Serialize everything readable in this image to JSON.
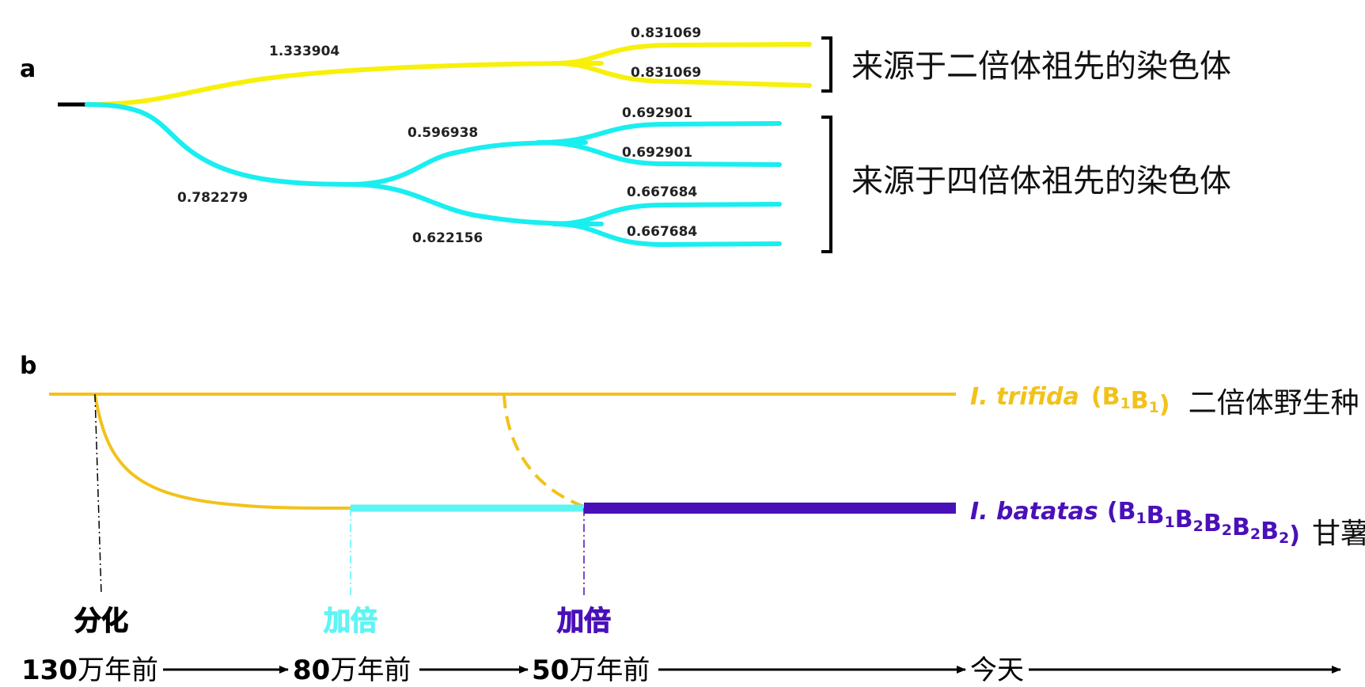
{
  "colors": {
    "diploid_branch": "#F7F00A",
    "tetraploid_branch": "#19EEF0",
    "root_stub": "#000000",
    "trifida": "#F2C21A",
    "polyploid_80": "#5FF4F4",
    "batatas": "#4A10B8",
    "text": "#111111"
  },
  "panel_a": {
    "label": "a",
    "branches": [
      {
        "id": "root-to-diploid",
        "length": "1.333904"
      },
      {
        "id": "root-to-tetraploid",
        "length": "0.782279"
      },
      {
        "id": "tetra-upper",
        "length": "0.596938"
      },
      {
        "id": "tetra-lower",
        "length": "0.622156"
      },
      {
        "id": "diploid-leaf-1",
        "length": "0.831069"
      },
      {
        "id": "diploid-leaf-2",
        "length": "0.831069"
      },
      {
        "id": "tetra-upper-leaf-1",
        "length": "0.692901"
      },
      {
        "id": "tetra-upper-leaf-2",
        "length": "0.692901"
      },
      {
        "id": "tetra-lower-leaf-1",
        "length": "0.667684"
      },
      {
        "id": "tetra-lower-leaf-2",
        "length": "0.667684"
      }
    ],
    "groups": {
      "diploid": "来源于二倍体祖先的染色体",
      "tetraploid": "来源于四倍体祖先的染色体"
    }
  },
  "panel_b": {
    "label": "b",
    "species": {
      "trifida": {
        "name": "I. trifida",
        "genome": "(B1B1)",
        "genome_parts": [
          {
            "base": "B",
            "sub": "1"
          },
          {
            "base": "B",
            "sub": "1"
          }
        ],
        "cn": "二倍体野生种"
      },
      "batatas": {
        "name": "I. batatas",
        "genome": "(B1B1B2B2B2B2)",
        "genome_parts": [
          {
            "base": "B",
            "sub": "1"
          },
          {
            "base": "B",
            "sub": "1"
          },
          {
            "base": "B",
            "sub": "2"
          },
          {
            "base": "B",
            "sub": "2"
          },
          {
            "base": "B",
            "sub": "2"
          },
          {
            "base": "B",
            "sub": "2"
          }
        ],
        "cn": "甘薯"
      }
    },
    "events": [
      {
        "id": "divergence",
        "label": "分化"
      },
      {
        "id": "polyploidization-1",
        "label": "加倍"
      },
      {
        "id": "polyploidization-2",
        "label": "加倍"
      }
    ],
    "timeline": [
      {
        "number": "130",
        "unit": "万年前"
      },
      {
        "number": "80",
        "unit": "万年前"
      },
      {
        "number": "50",
        "unit": "万年前"
      },
      {
        "number": "",
        "unit": "今天"
      }
    ]
  }
}
